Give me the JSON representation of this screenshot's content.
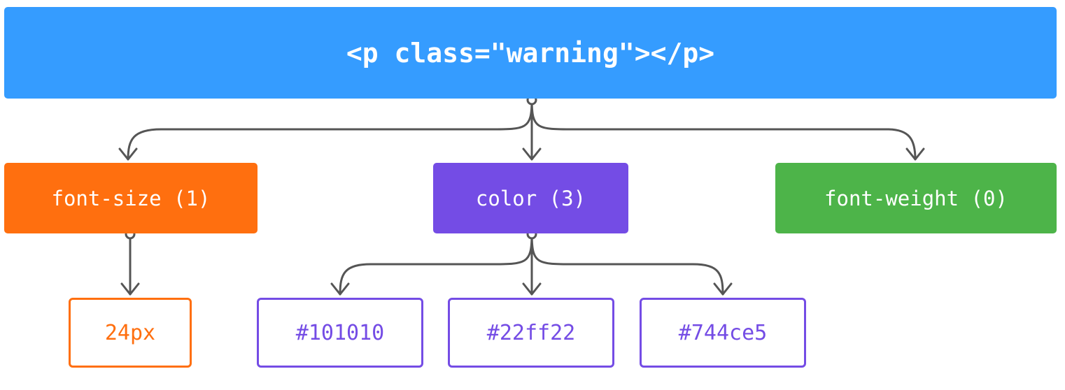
{
  "colors": {
    "root": "#359cff",
    "font_size": "#ff6f0f",
    "color": "#744ce5",
    "font_weight": "#4db449",
    "connector": "#555555"
  },
  "root": {
    "label": "<p class=\"warning\"></p>"
  },
  "properties": {
    "font_size": {
      "label": "font-size (1)",
      "values": [
        "24px"
      ]
    },
    "color": {
      "label": "color (3)",
      "values": [
        "#101010",
        "#22ff22",
        "#744ce5"
      ]
    },
    "font_weight": {
      "label": "font-weight (0)",
      "values": []
    }
  }
}
